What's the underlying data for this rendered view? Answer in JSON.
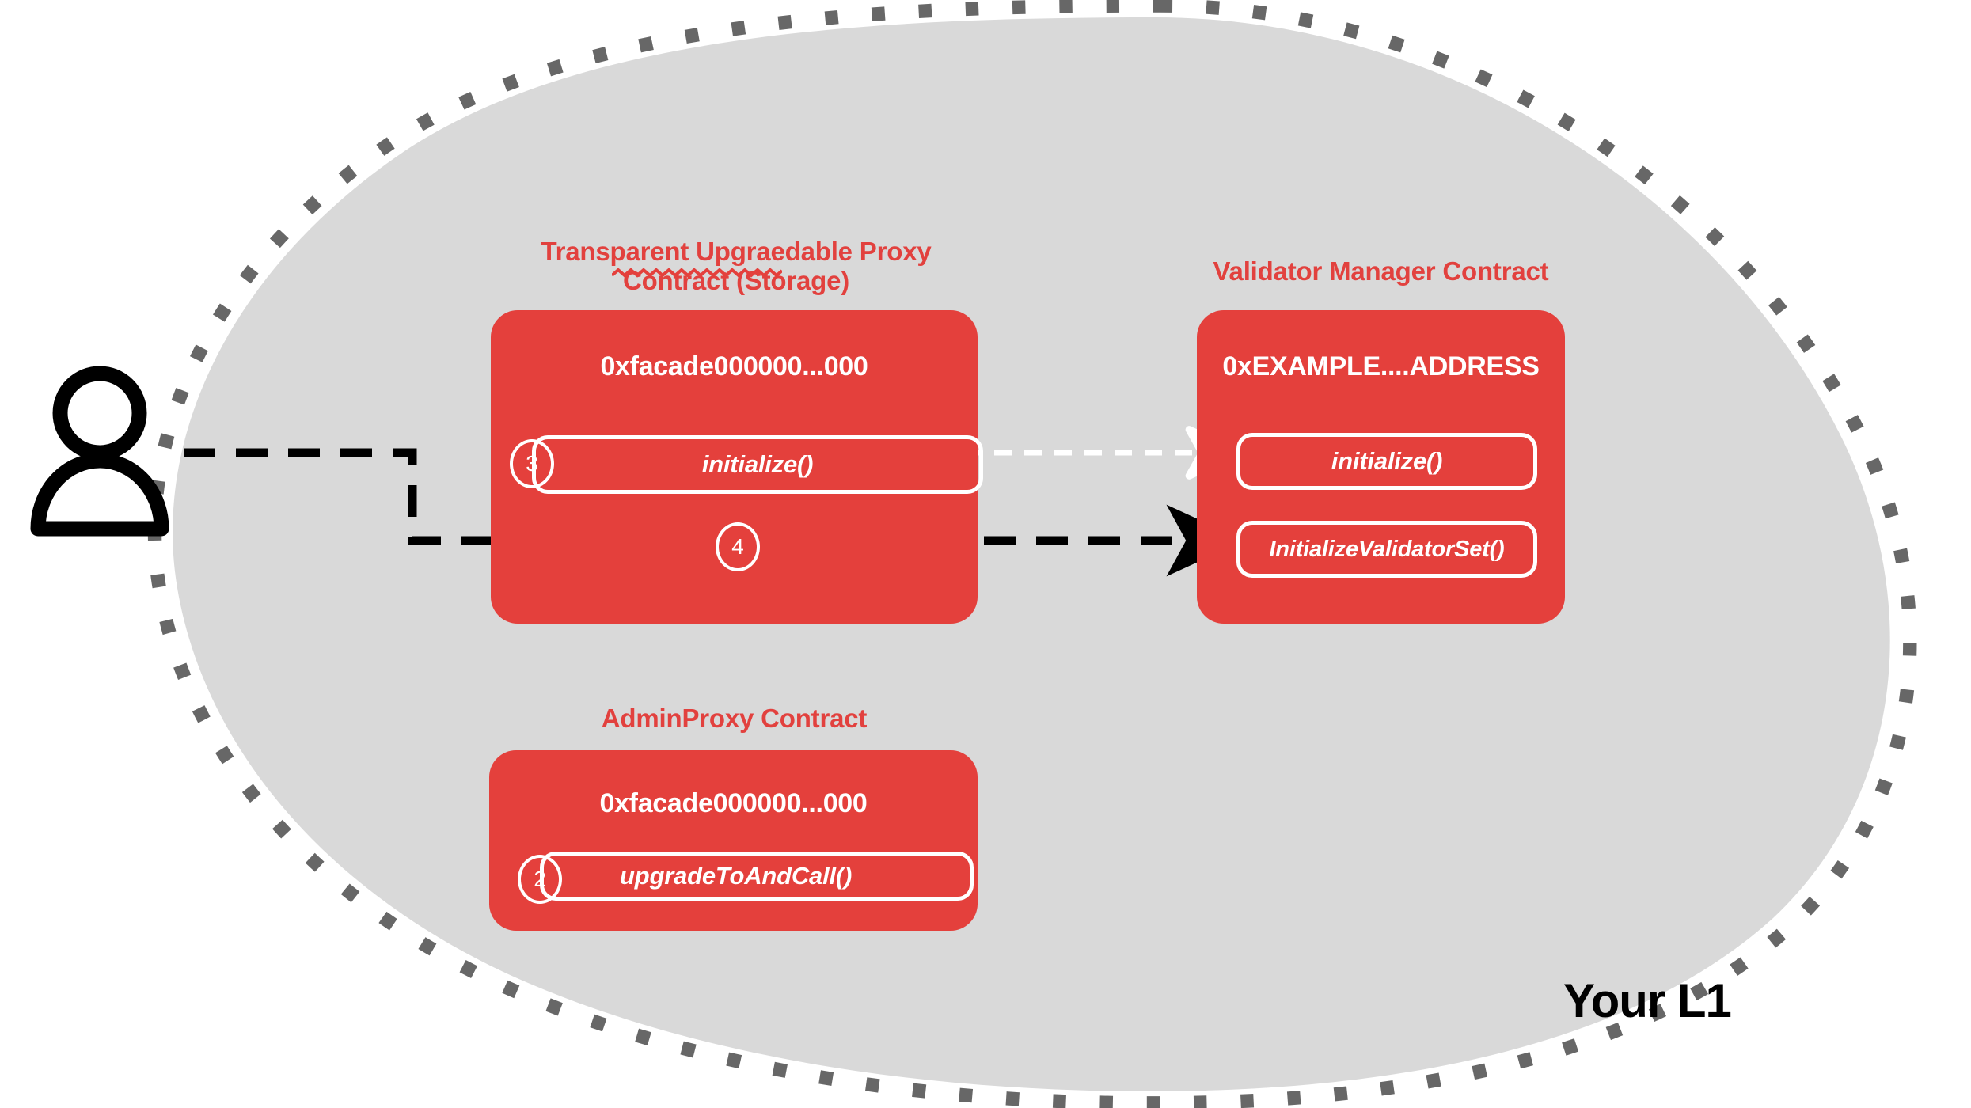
{
  "region": {
    "label": "Your L1",
    "fill_color": "#D9D9D9",
    "border_color": "#676767",
    "border_style": "dotted"
  },
  "actor": {
    "icon": "person-icon",
    "label": ""
  },
  "palette": {
    "contract_red": "#E4403C",
    "title_red": "#E2413E",
    "white": "#FFFFFF",
    "black": "#000000",
    "region_gray": "#D9D9D9",
    "dash_gray": "#676767"
  },
  "contracts": [
    {
      "id": "transparent-proxy",
      "title": "Transparent Upgraedable Proxy\nContract (Storage)",
      "title_misspelled_word": "Upgraedable",
      "address": "0xfacade000000...000",
      "methods": [
        {
          "step": "3",
          "name": "initialize()",
          "has_step_badge": true
        }
      ],
      "free_step_badges": [
        "4"
      ]
    },
    {
      "id": "validator-manager",
      "title": "Validator Manager Contract",
      "address": "0xEXAMPLE....ADDRESS",
      "methods": [
        {
          "step": "",
          "name": "initialize()",
          "has_step_badge": false
        },
        {
          "step": "",
          "name": "InitializeValidatorSet()",
          "has_step_badge": false
        }
      ],
      "free_step_badges": []
    },
    {
      "id": "admin-proxy",
      "title": "AdminProxy  Contract",
      "address": "0xfacade000000...000",
      "methods": [
        {
          "step": "2",
          "name": "upgradeToAndCall()",
          "has_step_badge": true
        }
      ],
      "free_step_badges": []
    }
  ],
  "connections": [
    {
      "id": "user-to-initialize-validator-set",
      "from": "actor",
      "to": "validator-manager.InitializeValidatorSet()",
      "style": "dashed",
      "color": "#000000",
      "arrowhead": "solid"
    },
    {
      "id": "proxy-initialize-to-vm-initialize",
      "from": "transparent-proxy.initialize()",
      "to": "validator-manager.initialize()",
      "style": "dashed",
      "color": "#FFFFFF",
      "arrowhead": "outline"
    }
  ]
}
